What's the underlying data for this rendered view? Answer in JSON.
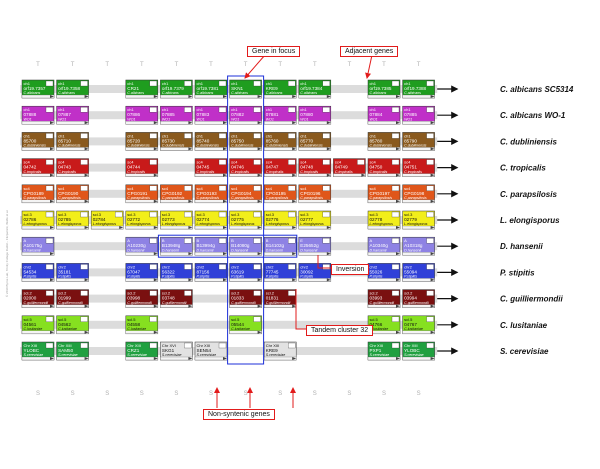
{
  "callouts": {
    "gene_in_focus": "Gene in focus",
    "adjacent_genes": "Adjacent genes",
    "inversion": "Inversion",
    "tandem_cluster": "Tandem cluster 32",
    "non_syntenic": "Non-syntenic genes"
  },
  "copyright": "© 2010 Byrne Lab, Trinity College Dublin - Fitzpatrick, Wolfe et al.",
  "columns": 12,
  "rows": [
    {
      "species": "C. albicans SC5314",
      "color": "#1f9d1f",
      "genes": [
        {
          "chr": "ch1",
          "id": "orf19.7357",
          "sp": "C.albicans"
        },
        {
          "chr": "ch1",
          "id": "orf19.7358",
          "sp": "C.albicans"
        },
        null,
        {
          "chr": "ch1",
          "id": "CR21",
          "sp": "C.albicans"
        },
        {
          "chr": "ch1",
          "id": "orf19.7379",
          "sp": "C.albicans"
        },
        {
          "chr": "ch1",
          "id": "orf19.7381",
          "sp": "C.albicans"
        },
        {
          "chr": "ch1",
          "id": "SKN1",
          "sp": "C.albicans"
        },
        {
          "chr": "ch1",
          "id": "KRE9",
          "sp": "C.albicans"
        },
        {
          "chr": "ch1",
          "id": "orf19.7384",
          "sp": "C.albicans"
        },
        null,
        {
          "chr": "ch1",
          "id": "orf19.7385",
          "sp": "C.albicans"
        },
        {
          "chr": "ch1",
          "id": "orf19.7388",
          "sp": "C.albicans"
        }
      ]
    },
    {
      "species": "C. albicans WO-1",
      "color": "#c030c8",
      "genes": [
        {
          "chr": "ch1",
          "id": "07888",
          "sp": "WO1"
        },
        {
          "chr": "ch1",
          "id": "07887",
          "sp": "WO1"
        },
        null,
        {
          "chr": "ch1",
          "id": "07886",
          "sp": "WO1"
        },
        {
          "chr": "ch1",
          "id": "07885",
          "sp": "WO1"
        },
        {
          "chr": "ch1",
          "id": "07883",
          "sp": "WO1"
        },
        {
          "chr": "ch1",
          "id": "07882",
          "sp": "WO1"
        },
        {
          "chr": "ch1",
          "id": "07881",
          "sp": "WO1"
        },
        {
          "chr": "ch1",
          "id": "07880",
          "sp": "WO1"
        },
        null,
        {
          "chr": "ch1",
          "id": "07884",
          "sp": "WO1"
        },
        {
          "chr": "ch1",
          "id": "07885",
          "sp": "WO1"
        }
      ]
    },
    {
      "species": "C. dubliniensis",
      "color": "#8a5a1e",
      "genes": [
        {
          "chr": "ch1",
          "id": "85700",
          "sp": "C.dubliniensis"
        },
        {
          "chr": "ch1",
          "id": "85710",
          "sp": "C.dubliniensis"
        },
        null,
        {
          "chr": "ch1",
          "id": "85720",
          "sp": "C.dubliniensis"
        },
        {
          "chr": "ch1",
          "id": "85730",
          "sp": "C.dubliniensis"
        },
        {
          "chr": "ch1",
          "id": "85740",
          "sp": "C.dubliniensis"
        },
        {
          "chr": "ch1",
          "id": "85750",
          "sp": "C.dubliniensis"
        },
        {
          "chr": "ch1",
          "id": "85760",
          "sp": "C.dubliniensis"
        },
        {
          "chr": "ch1",
          "id": "85770",
          "sp": "C.dubliniensis"
        },
        null,
        {
          "chr": "ch1",
          "id": "85780",
          "sp": "C.dubliniensis"
        },
        {
          "chr": "ch1",
          "id": "85790",
          "sp": "C.dubliniensis"
        }
      ]
    },
    {
      "species": "C. tropicalis",
      "color": "#c81a1a",
      "genes": [
        {
          "chr": "sc4",
          "id": "04742",
          "sp": "C.tropicalis"
        },
        {
          "chr": "sc4",
          "id": "04743",
          "sp": "C.tropicalis"
        },
        null,
        {
          "chr": "sc4",
          "id": "04744",
          "sp": "C.tropicalis"
        },
        null,
        {
          "chr": "sc4",
          "id": "04745",
          "sp": "C.tropicalis"
        },
        {
          "chr": "sc4",
          "id": "04746",
          "sp": "C.tropicalis"
        },
        {
          "chr": "sc4",
          "id": "04747",
          "sp": "C.tropicalis"
        },
        {
          "chr": "sc4",
          "id": "04748",
          "sp": "C.tropicalis"
        },
        {
          "chr": "sc4",
          "id": "04749",
          "sp": "C.tropicalis"
        },
        {
          "chr": "sc4",
          "id": "04750",
          "sp": "C.tropicalis"
        },
        {
          "chr": "sc4",
          "id": "04751",
          "sp": "C.tropicalis"
        }
      ]
    },
    {
      "species": "C. parapsilosis",
      "color": "#e0561a",
      "genes": [
        {
          "chr": "sc4",
          "id": "CPG0189",
          "sp": "C.parapsilosis"
        },
        {
          "chr": "sc4",
          "id": "CPG0190",
          "sp": "C.parapsilosis"
        },
        null,
        {
          "chr": "sc4",
          "id": "CPG0191",
          "sp": "C.parapsilosis"
        },
        {
          "chr": "sc4",
          "id": "CPG0192",
          "sp": "C.parapsilosis"
        },
        {
          "chr": "sc4",
          "id": "CPG0193",
          "sp": "C.parapsilosis"
        },
        {
          "chr": "sc4",
          "id": "CPG0194",
          "sp": "C.parapsilosis"
        },
        {
          "chr": "sc4",
          "id": "CPG0195",
          "sp": "C.parapsilosis"
        },
        {
          "chr": "sc4",
          "id": "CPG0196",
          "sp": "C.parapsilosis"
        },
        null,
        {
          "chr": "sc4",
          "id": "CPG0197",
          "sp": "C.parapsilosis"
        },
        {
          "chr": "sc4",
          "id": "CPG0198",
          "sp": "C.parapsilosis"
        }
      ]
    },
    {
      "species": "L. elongisporus",
      "color": "#f2ee1a",
      "dark": true,
      "genes": [
        {
          "chr": "scl.3",
          "id": "02786",
          "sp": "L.elongisporus"
        },
        {
          "chr": "scl.3",
          "id": "02785",
          "sp": "L.elongisporus"
        },
        {
          "chr": "scl.3",
          "id": "02784",
          "sp": "L.elongisporus"
        },
        {
          "chr": "scl.3",
          "id": "02772",
          "sp": "L.elongisporus"
        },
        {
          "chr": "scl.3",
          "id": "02773",
          "sp": "L.elongisporus"
        },
        {
          "chr": "scl.3",
          "id": "02774",
          "sp": "L.elongisporus"
        },
        {
          "chr": "scl.3",
          "id": "02775",
          "sp": "L.elongisporus"
        },
        {
          "chr": "scl.3",
          "id": "02776",
          "sp": "L.elongisporus"
        },
        {
          "chr": "scl.3",
          "id": "02777",
          "sp": "L.elongisporus"
        },
        null,
        {
          "chr": "scl.3",
          "id": "02778",
          "sp": "L.elongisporus"
        },
        {
          "chr": "scl.3",
          "id": "02779",
          "sp": "L.elongisporus"
        }
      ]
    },
    {
      "species": "D. hansenii",
      "color": "#8e82e4",
      "genes": [
        {
          "chr": "A",
          "id": "A10175g",
          "sp": "D.hansenii"
        },
        null,
        null,
        {
          "chr": "A",
          "id": "A10230g",
          "sp": "D.hansenii"
        },
        {
          "chr": "B",
          "id": "B13948g",
          "sp": "D.hansenii"
        },
        {
          "chr": "B",
          "id": "B13994g",
          "sp": "D.hansenii"
        },
        {
          "chr": "B",
          "id": "B14080g",
          "sp": "D.hansenii"
        },
        {
          "chr": "B",
          "id": "B14102g",
          "sp": "D.hansenii"
        },
        {
          "chr": "E",
          "id": "E25652g",
          "sp": "D.hansenii"
        },
        null,
        {
          "chr": "A",
          "id": "A10340g",
          "sp": "D.hansenii"
        },
        {
          "chr": "A",
          "id": "A10318g",
          "sp": "D.hansenii"
        }
      ]
    },
    {
      "species": "P. stipitis",
      "color": "#3040d8",
      "genes": [
        {
          "chr": "chr2",
          "id": "54534",
          "sp": "P.stipitis"
        },
        {
          "chr": "chr2",
          "id": "35181",
          "sp": "P.stipitis"
        },
        null,
        {
          "chr": "chr2",
          "id": "67047",
          "sp": "P.stipitis"
        },
        {
          "chr": "chr2",
          "id": "56322",
          "sp": "P.stipitis"
        },
        {
          "chr": "chr2",
          "id": "87156",
          "sp": "P.stipitis"
        },
        {
          "chr": "chr2",
          "id": "63619",
          "sp": "P.stipitis"
        },
        {
          "chr": "chr2",
          "id": "77745",
          "sp": "P.stipitis"
        },
        {
          "chr": "chr2",
          "id": "30092",
          "sp": "P.stipitis"
        },
        null,
        {
          "chr": "chr2",
          "id": "55026",
          "sp": "P.stipitis"
        },
        {
          "chr": "chr2",
          "id": "55094",
          "sp": "P.stipitis"
        }
      ]
    },
    {
      "species": "C. guilliermondii",
      "color": "#7a1010",
      "genes": [
        {
          "chr": "scl.2",
          "id": "02000",
          "sp": "C.guilliermondii"
        },
        {
          "chr": "scl.2",
          "id": "01999",
          "sp": "C.guilliermondii"
        },
        null,
        {
          "chr": "scl.2",
          "id": "03998",
          "sp": "C.guilliermondii"
        },
        {
          "chr": "scl.2",
          "id": "03748",
          "sp": "C.guilliermondii"
        },
        null,
        {
          "chr": "scl.2",
          "id": "01833",
          "sp": "C.guilliermondii"
        },
        {
          "chr": "scl.2",
          "id": "01831",
          "sp": "C.guilliermondii"
        },
        null,
        null,
        {
          "chr": "scl.2",
          "id": "03993",
          "sp": "C.guilliermondii"
        },
        {
          "chr": "scl.2",
          "id": "03994",
          "sp": "C.guilliermondii"
        }
      ]
    },
    {
      "species": "C. lusitaniae",
      "color": "#86e020",
      "dark": true,
      "genes": [
        {
          "chr": "scl.5",
          "id": "04561",
          "sp": "C.lusitaniae"
        },
        {
          "chr": "scl.5",
          "id": "04562",
          "sp": "C.lusitaniae"
        },
        null,
        {
          "chr": "scl.5",
          "id": "04558",
          "sp": "C.lusitaniae"
        },
        null,
        null,
        {
          "chr": "scl.5",
          "id": "05544",
          "sp": "C.lusitaniae"
        },
        null,
        null,
        null,
        {
          "chr": "scl.5",
          "id": "04766",
          "sp": "C.lusitaniae"
        },
        {
          "chr": "scl.5",
          "id": "04767",
          "sp": "C.lusitaniae"
        }
      ]
    },
    {
      "species": "S. cerevisiae",
      "color": "#20a040",
      "genes": [
        {
          "chr": "Chr XIII",
          "id": "YLOBC",
          "sp": "S.cerevisiae"
        },
        {
          "chr": "Chr XIII",
          "id": "SAM50",
          "sp": "S.cerevisiae"
        },
        null,
        {
          "chr": "Chr XIII",
          "id": "CRZ1",
          "sp": "S.cerevisiae"
        },
        {
          "chr": "Chr XVI",
          "id": "SKG1",
          "sp": "S.cerevisiae"
        },
        {
          "chr": "Chr XIII",
          "id": "SEN54",
          "sp": "S.cerevisiae"
        },
        null,
        {
          "chr": "Chr XIII",
          "id": "KRE9",
          "sp": "S.cerevisiae"
        },
        null,
        null,
        {
          "chr": "Chr XIII",
          "id": "PXP1",
          "sp": "S.cerevisiae"
        },
        {
          "chr": "Chr XIII",
          "id": "YLOBC",
          "sp": "S.cerevisiae"
        }
      ]
    }
  ],
  "grey_genes": [
    {
      "chr": "Chr XVI",
      "id": "SKG1",
      "sp": "S.cerevisiae"
    },
    {
      "chr": "Chr XVI",
      "id": "SEN54",
      "sp": "S.cerevisiae"
    },
    {
      "chr": "Chr XIII",
      "id": "KRE9",
      "sp": "S.cerevisiae"
    }
  ]
}
